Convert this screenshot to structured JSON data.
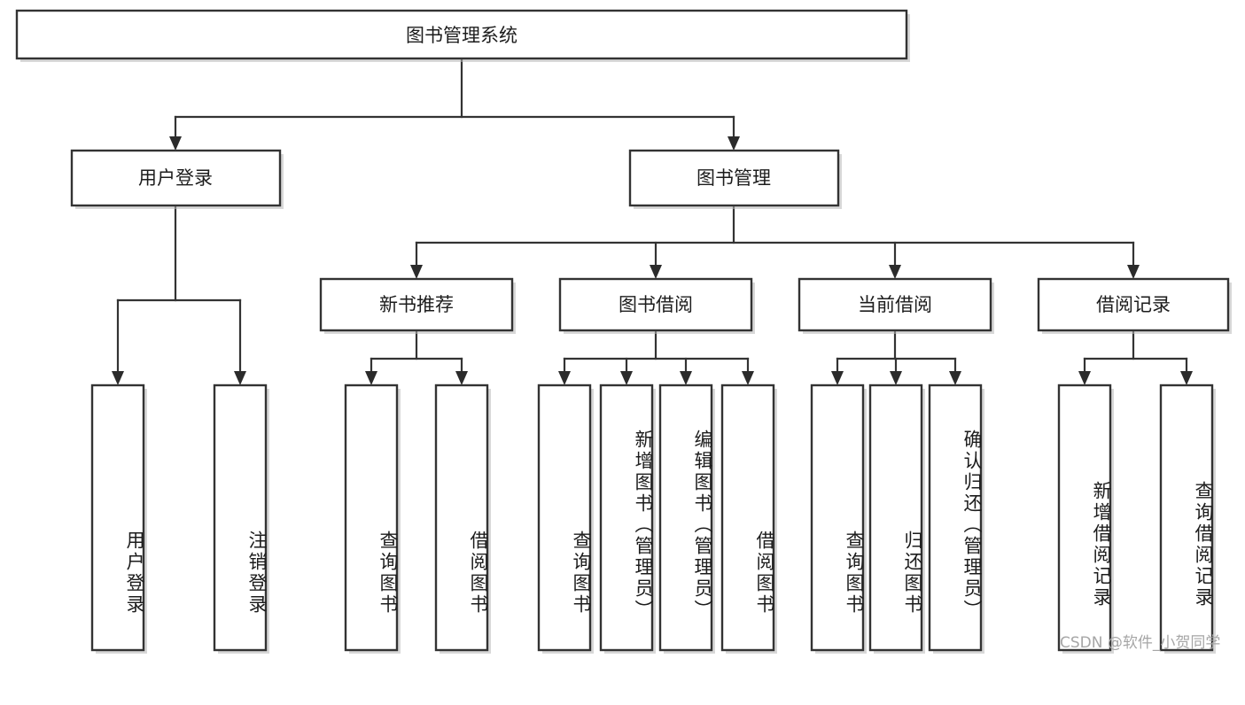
{
  "diagram": {
    "title": "图书管理系统",
    "watermark": "CSDN @软件_小贺同学",
    "type": "tree-hierarchy-functional-structure",
    "colors": {
      "box_stroke": "#333333",
      "box_fill": "#ffffff",
      "connector": "#333333",
      "arrow": "#2b2b2b",
      "text": "#1c1c1c",
      "watermark": "#a6a6a6",
      "background": "#ffffff"
    },
    "root": {
      "label": "图书管理系统",
      "orientation": "horizontal"
    },
    "level2": [
      {
        "label": "用户登录",
        "orientation": "horizontal"
      },
      {
        "label": "图书管理",
        "orientation": "horizontal"
      }
    ],
    "level3": [
      {
        "label": "新书推荐",
        "orientation": "horizontal",
        "parent": "图书管理"
      },
      {
        "label": "图书借阅",
        "orientation": "horizontal",
        "parent": "图书管理"
      },
      {
        "label": "当前借阅",
        "orientation": "horizontal",
        "parent": "图书管理"
      },
      {
        "label": "借阅记录",
        "orientation": "horizontal",
        "parent": "图书管理"
      }
    ],
    "leaves": {
      "user_login": [
        {
          "label": "用户登录",
          "orientation": "vertical"
        },
        {
          "label": "注销登录",
          "orientation": "vertical"
        }
      ],
      "new_book_recommend": [
        {
          "label": "查询图书",
          "orientation": "vertical"
        },
        {
          "label": "借阅图书",
          "orientation": "vertical"
        }
      ],
      "book_borrow": [
        {
          "label": "查询图书",
          "orientation": "vertical"
        },
        {
          "label": "新增图书（管理员）",
          "orientation": "vertical"
        },
        {
          "label": "编辑图书（管理员）",
          "orientation": "vertical"
        },
        {
          "label": "借阅图书",
          "orientation": "vertical"
        }
      ],
      "current_borrow": [
        {
          "label": "查询图书",
          "orientation": "vertical"
        },
        {
          "label": "归还图书",
          "orientation": "vertical"
        },
        {
          "label": "确认归还（管理员）",
          "orientation": "vertical"
        }
      ],
      "borrow_record": [
        {
          "label": "新增借阅记录",
          "orientation": "vertical"
        },
        {
          "label": "查询借阅记录",
          "orientation": "vertical"
        }
      ]
    }
  }
}
